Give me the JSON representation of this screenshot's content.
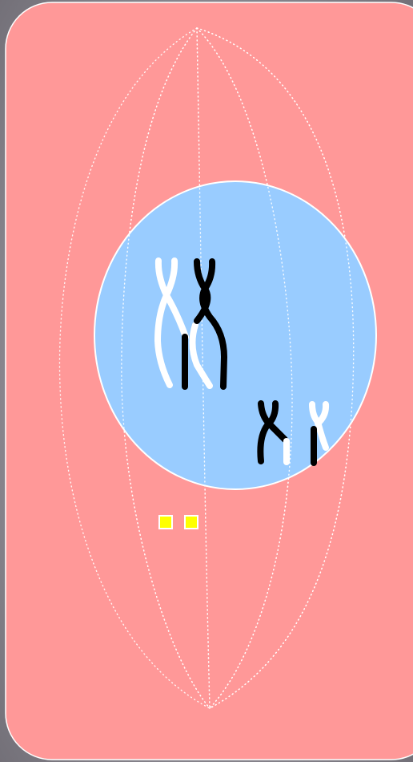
{
  "colors": {
    "background_light": "#b8b5bd",
    "background_dark": "#6f6c74",
    "cell": "#ff9898",
    "cell_border": "#ffffff",
    "spindle": "#ffffff",
    "nucleus": "#99ccff",
    "nucleus_border": "#ffffff",
    "chromosome_light": "#ffffff",
    "chromosome_dark": "#000000",
    "centriole": "#ffff00",
    "centriole_border": "#ffffff"
  },
  "components": {
    "cell": "cell-membrane",
    "nucleus": "nucleus",
    "spindle": "spindle-fibers",
    "chromosomes": [
      "large-white-chromosome",
      "large-black-chromosome",
      "small-black-chromosome",
      "small-white-chromosome"
    ],
    "centrioles": [
      "centriole-left",
      "centriole-right"
    ]
  }
}
